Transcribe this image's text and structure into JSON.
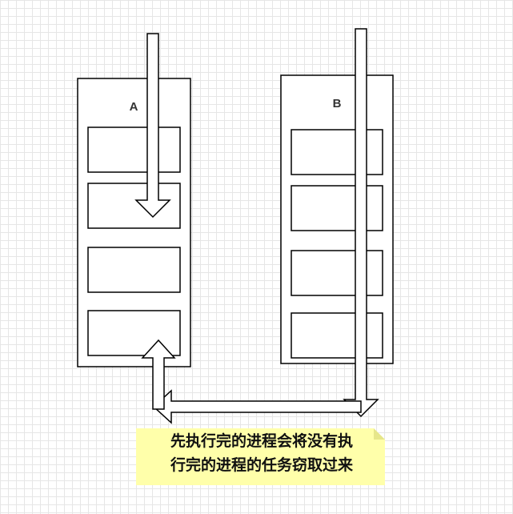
{
  "diagram": {
    "queue_a_label": "A",
    "queue_b_label": "B",
    "note_line1": "先执行完的进程会将没有执",
    "note_line2": "行完的进程的任务窃取过来",
    "note_color": "#ffffaa"
  }
}
